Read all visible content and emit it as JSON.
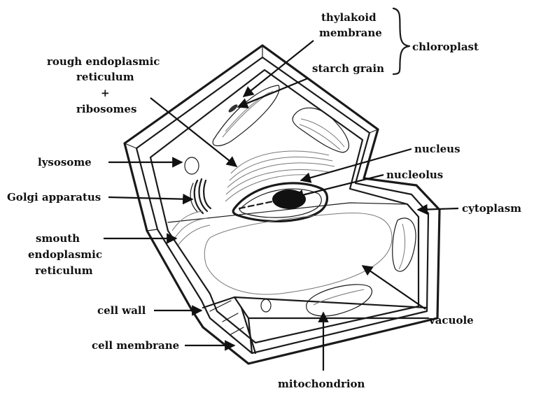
{
  "labels": {
    "thylakoid": "thylakoid",
    "membrane": "membrane",
    "chloroplast": "chloroplast",
    "starch_grain": "starch grain",
    "rough_er_1": "rough endoplasmic",
    "rough_er_2": "reticulum",
    "plus": "+",
    "ribosomes": "ribosomes",
    "lysosome": "lysosome",
    "golgi": "Golgi apparatus",
    "smooth_er_1": "smouth",
    "smooth_er_2": "endoplasmic",
    "smooth_er_3": "reticulum",
    "cell_wall": "cell wall",
    "cell_membrane": "cell membrane",
    "nucleus": "nucleus",
    "nucleolus": "nucleolus",
    "cytoplasm": "cytoplasm",
    "vacuole": "vacuole",
    "mitochondrion": "mitochondrion"
  }
}
